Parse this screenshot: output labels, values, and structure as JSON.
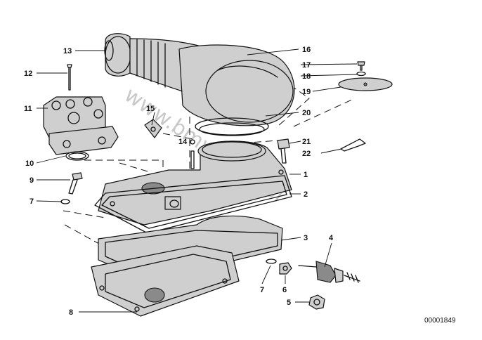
{
  "diagram": {
    "watermark": "www.bmwstore.pl",
    "reference_number": "00001849",
    "callouts": [
      "1",
      "2",
      "3",
      "4",
      "5",
      "6",
      "7",
      "7",
      "8",
      "9",
      "10",
      "11",
      "12",
      "13",
      "14",
      "15",
      "16",
      "17",
      "18",
      "19",
      "20",
      "21",
      "22"
    ]
  }
}
